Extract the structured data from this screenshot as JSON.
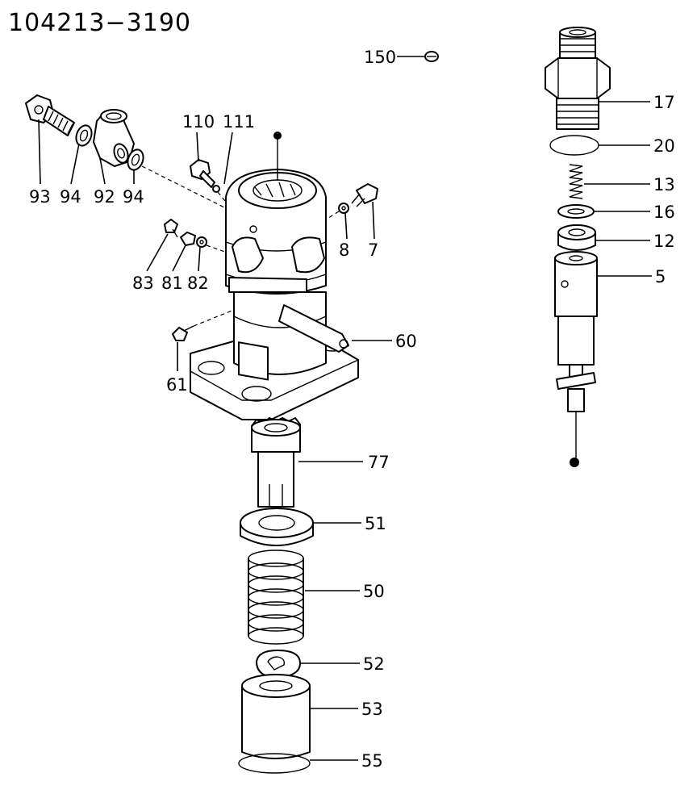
{
  "diagram": {
    "title": "104213−3190",
    "callouts": [
      {
        "id": "150",
        "label": "150"
      },
      {
        "id": "93",
        "label": "93"
      },
      {
        "id": "94a",
        "label": "94"
      },
      {
        "id": "92",
        "label": "92"
      },
      {
        "id": "94b",
        "label": "94"
      },
      {
        "id": "110",
        "label": "110"
      },
      {
        "id": "111",
        "label": "111"
      },
      {
        "id": "8",
        "label": "8"
      },
      {
        "id": "7",
        "label": "7"
      },
      {
        "id": "83",
        "label": "83"
      },
      {
        "id": "81",
        "label": "81"
      },
      {
        "id": "82",
        "label": "82"
      },
      {
        "id": "60",
        "label": "60"
      },
      {
        "id": "61",
        "label": "61"
      },
      {
        "id": "77",
        "label": "77"
      },
      {
        "id": "51",
        "label": "51"
      },
      {
        "id": "50",
        "label": "50"
      },
      {
        "id": "52",
        "label": "52"
      },
      {
        "id": "53",
        "label": "53"
      },
      {
        "id": "55",
        "label": "55"
      },
      {
        "id": "17",
        "label": "17"
      },
      {
        "id": "20",
        "label": "20"
      },
      {
        "id": "13",
        "label": "13"
      },
      {
        "id": "16",
        "label": "16"
      },
      {
        "id": "12",
        "label": "12"
      },
      {
        "id": "5",
        "label": "5"
      }
    ]
  }
}
